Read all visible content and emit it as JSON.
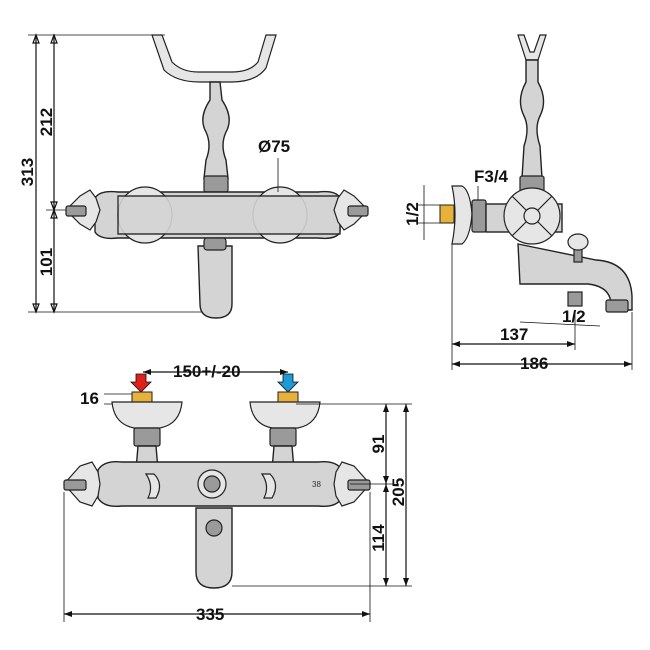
{
  "front_view": {
    "height_total": "313",
    "height_upper": "212",
    "height_lower": "101",
    "diameter": "Ø75"
  },
  "side_view": {
    "thread": "F3/4",
    "inlet": "1/2",
    "outlet": "1/2",
    "depth_spout": "137",
    "depth_total": "186"
  },
  "bottom_view": {
    "centers": "150+/-20",
    "inlet_height": "16",
    "upper_height": "91",
    "lower_height": "114",
    "total_height": "205",
    "total_width": "335",
    "scale_mark": "38"
  },
  "colors": {
    "hot_arrow": "#e0201c",
    "cold_arrow": "#1e9ad6",
    "brass_fitting": "#e8b23a"
  }
}
